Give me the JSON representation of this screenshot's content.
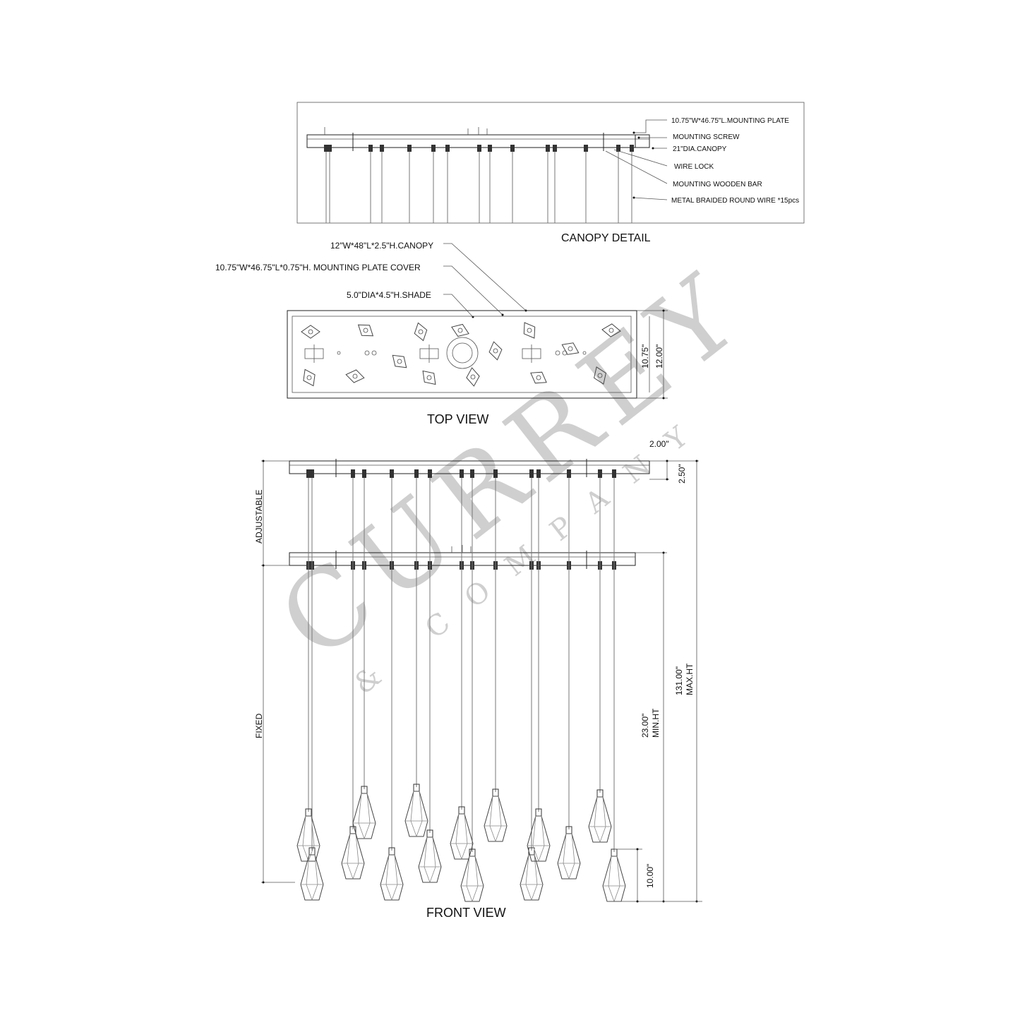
{
  "watermark": {
    "brand": "CURREY",
    "sub": "& COMPANY"
  },
  "canopy_detail": {
    "title": "CANOPY DETAIL",
    "callouts": [
      "10.75\"W*46.75\"L.MOUNTING PLATE",
      "MOUNTING SCREW",
      "21\"DIA.CANOPY",
      "WIRE LOCK",
      "MOUNTING  WOODEN BAR",
      "METAL BRAIDED ROUND WIRE *15pcs"
    ]
  },
  "top_view": {
    "title": "TOP VIEW",
    "callouts": [
      "12\"W*48\"L*2.5\"H.CANOPY",
      "10.75\"W*46.75\"L*0.75\"H. MOUNTING PLATE COVER",
      "5.0\"DIA*4.5\"H.SHADE"
    ],
    "dims": [
      "10.75\"",
      "12.00\""
    ]
  },
  "front_view": {
    "title": "FRONT VIEW",
    "side_labels": [
      "ADJUSTABLE",
      "FIXED"
    ],
    "dims": {
      "canopy_width": "2.00\"",
      "canopy_height": "2.50\"",
      "min_height": "23.00\"",
      "min_label": "MIN.HT",
      "max_height": "131.00\"",
      "max_label": "MAX.HT",
      "shade_height": "10.00\""
    }
  },
  "colors": {
    "line": "#222222",
    "watermark": "#cfcfcf"
  }
}
